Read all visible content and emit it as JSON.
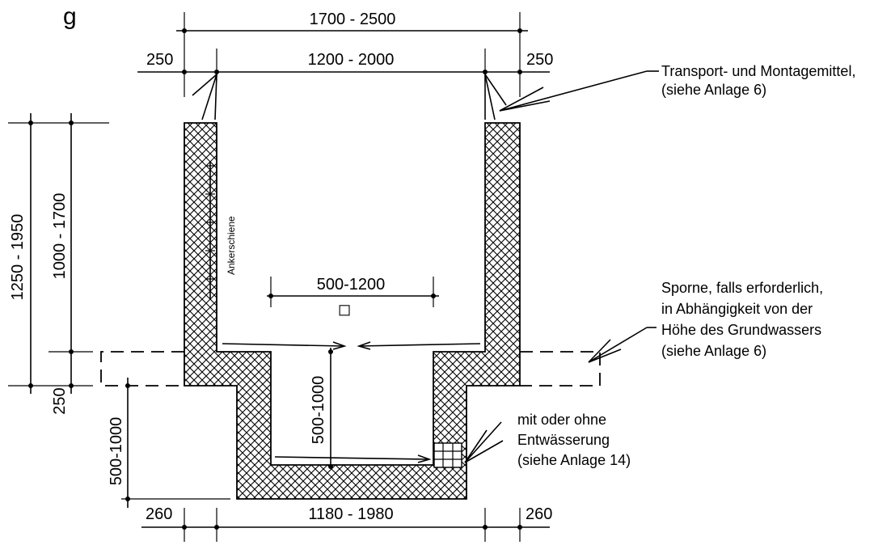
{
  "header": {
    "partial_text": "g"
  },
  "dimensions": {
    "outer_width": "1700 - 2500",
    "inner_width": "1200 - 2000",
    "wall_left": "250",
    "wall_right": "250",
    "total_height": "1250 - 1950",
    "inner_height": "1000 - 1700",
    "base_thickness": "250",
    "sump_depth_outer": "500-1000",
    "sump_depth_inner": "500-1000",
    "opening_size": "500-1200",
    "sump_bottom_width": "1180 - 1980",
    "bottom_left": "260",
    "bottom_right": "260"
  },
  "labels": {
    "anchor_rail": "Ankerschiene",
    "square_symbol": "◻"
  },
  "annotations": {
    "transport": [
      "Transport- und Montagemittel,",
      "(siehe Anlage 6)"
    ],
    "spurs": [
      "Sporne, falls erforderlich,",
      "in Abhängigkeit von der",
      "Höhe des Grundwassers",
      "(siehe Anlage 6)"
    ],
    "drainage": [
      "mit oder ohne",
      "Entwässerung",
      "(siehe Anlage 14)"
    ]
  }
}
